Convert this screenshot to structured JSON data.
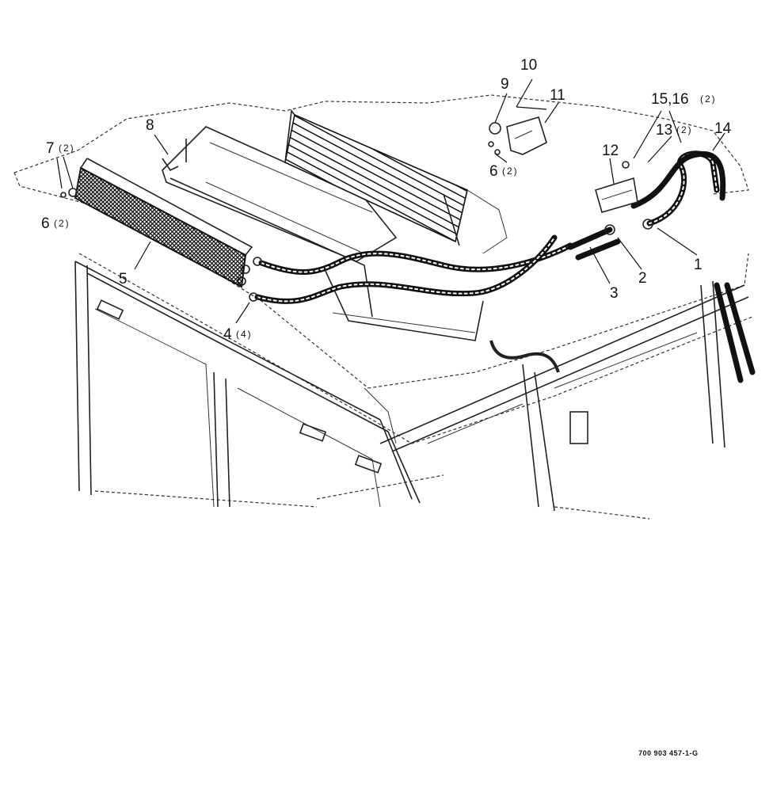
{
  "drawing_number": "700 903 457-1-G",
  "callouts": [
    {
      "id": "c1",
      "text": "1",
      "qty": ""
    },
    {
      "id": "c2",
      "text": "2",
      "qty": ""
    },
    {
      "id": "c3",
      "text": "3",
      "qty": ""
    },
    {
      "id": "c4",
      "text": "4",
      "qty": "(4)"
    },
    {
      "id": "c5",
      "text": "5",
      "qty": ""
    },
    {
      "id": "c6a",
      "text": "6",
      "qty": "(2)"
    },
    {
      "id": "c6b",
      "text": "6",
      "qty": "(2)"
    },
    {
      "id": "c7",
      "text": "7",
      "qty": "(2)"
    },
    {
      "id": "c8",
      "text": "8",
      "qty": ""
    },
    {
      "id": "c9",
      "text": "9",
      "qty": ""
    },
    {
      "id": "c10",
      "text": "10",
      "qty": ""
    },
    {
      "id": "c11",
      "text": "11",
      "qty": ""
    },
    {
      "id": "c12",
      "text": "12",
      "qty": ""
    },
    {
      "id": "c13",
      "text": "13",
      "qty": "(2)"
    },
    {
      "id": "c14",
      "text": "14",
      "qty": ""
    },
    {
      "id": "c15",
      "text": "15,16",
      "qty": "(2)"
    }
  ]
}
